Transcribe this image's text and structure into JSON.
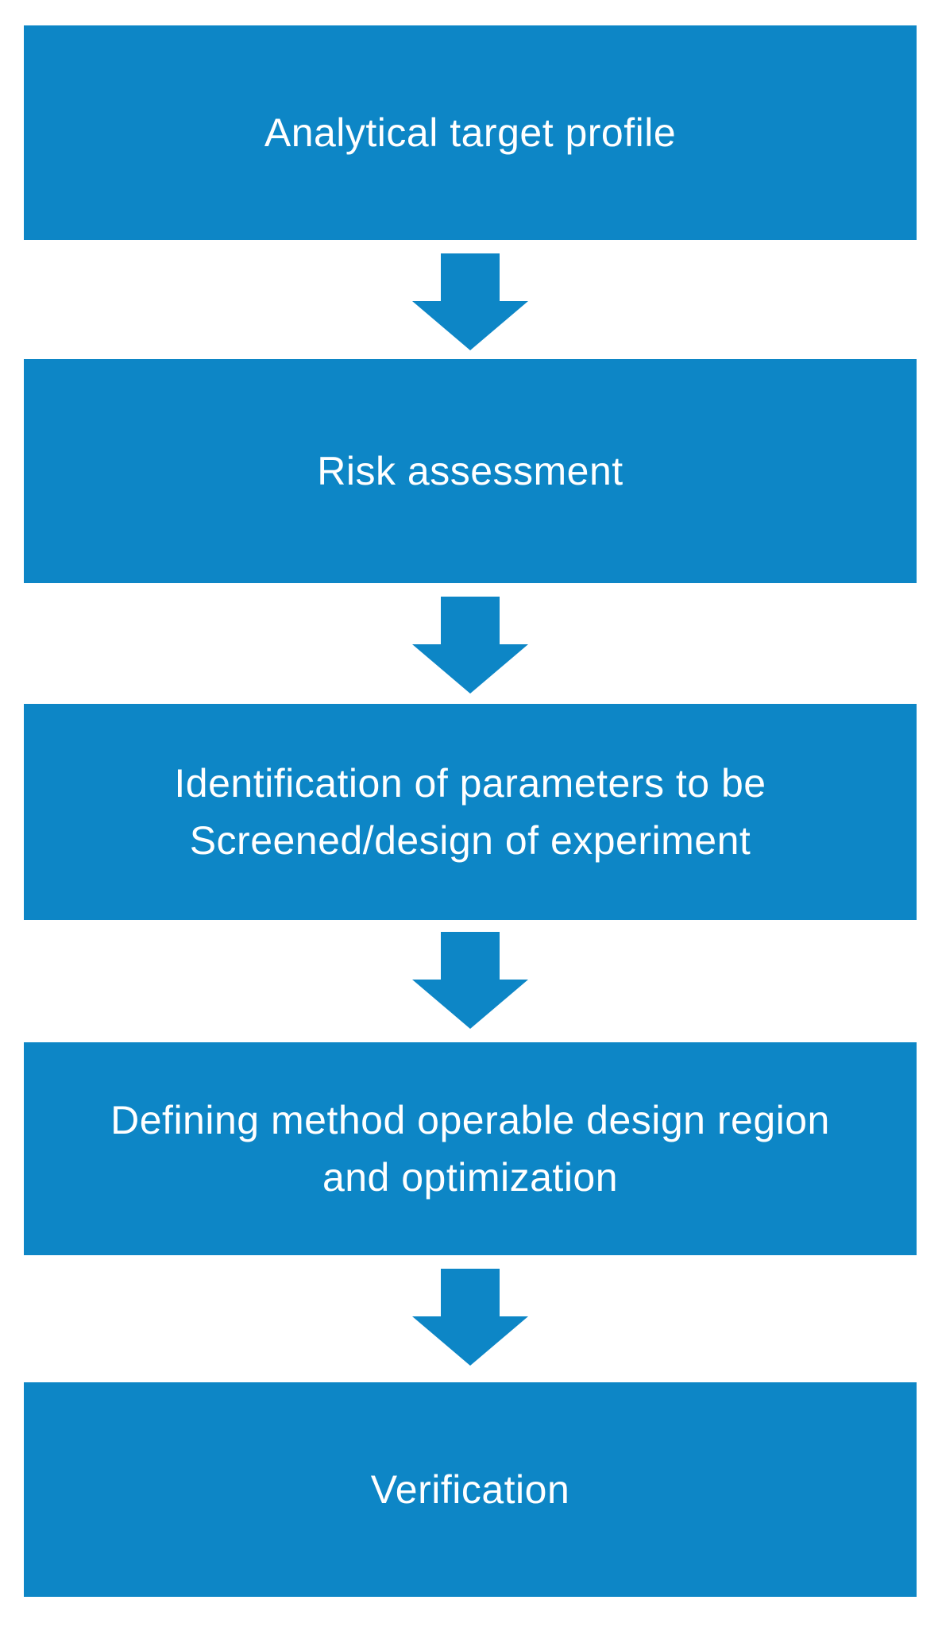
{
  "colors": {
    "accent_blue": "#0d86c6",
    "label_text": "#ffffff",
    "background": "#ffffff"
  },
  "flowchart": {
    "direction": "top-down",
    "steps": [
      {
        "label": "Analytical target profile"
      },
      {
        "label": "Risk assessment"
      },
      {
        "label": "Identification of parameters to be\nScreened/design of experiment"
      },
      {
        "label": "Defining method operable design region\nand optimization"
      },
      {
        "label": "Verification"
      }
    ],
    "connector_icon": "down-block-arrow"
  }
}
